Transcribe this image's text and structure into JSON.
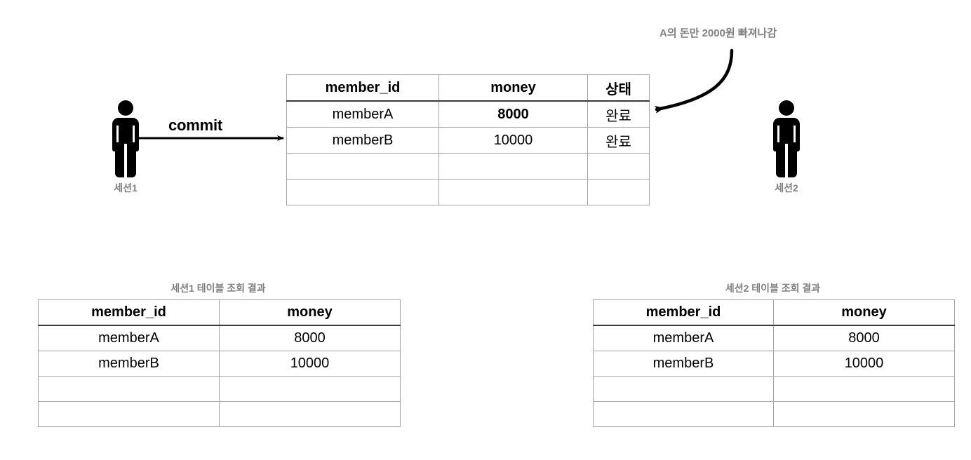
{
  "diagram": {
    "annotation": {
      "text": "A의 돈만 2000원 빠져나감",
      "color": "#7f7f7f"
    },
    "session1": {
      "label": "세션1",
      "action_label": "commit"
    },
    "session2": {
      "label": "세션2"
    },
    "transaction_table": {
      "headers": [
        "member_id",
        "money",
        "상태"
      ],
      "rows": [
        {
          "member_id": "memberA",
          "money": "8000",
          "status": "완료",
          "money_bold": true
        },
        {
          "member_id": "memberB",
          "money": "10000",
          "status": "완료",
          "money_bold": false
        },
        {
          "member_id": "",
          "money": "",
          "status": "",
          "money_bold": false
        },
        {
          "member_id": "",
          "money": "",
          "status": "",
          "money_bold": false
        }
      ]
    },
    "result_table_1": {
      "caption": "세션1 테이블 조회 결과",
      "headers": [
        "member_id",
        "money"
      ],
      "rows": [
        {
          "member_id": "memberA",
          "money": "8000"
        },
        {
          "member_id": "memberB",
          "money": "10000"
        },
        {
          "member_id": "",
          "money": ""
        },
        {
          "member_id": "",
          "money": ""
        }
      ]
    },
    "result_table_2": {
      "caption": "세션2 테이블 조회 결과",
      "headers": [
        "member_id",
        "money"
      ],
      "rows": [
        {
          "member_id": "memberA",
          "money": "8000"
        },
        {
          "member_id": "memberB",
          "money": "10000"
        },
        {
          "member_id": "",
          "money": ""
        },
        {
          "member_id": "",
          "money": ""
        }
      ]
    },
    "colors": {
      "ink": "#000000",
      "grid": "#a6a6a6",
      "header_rule": "#3a3a3a",
      "muted_text": "#808080"
    }
  }
}
